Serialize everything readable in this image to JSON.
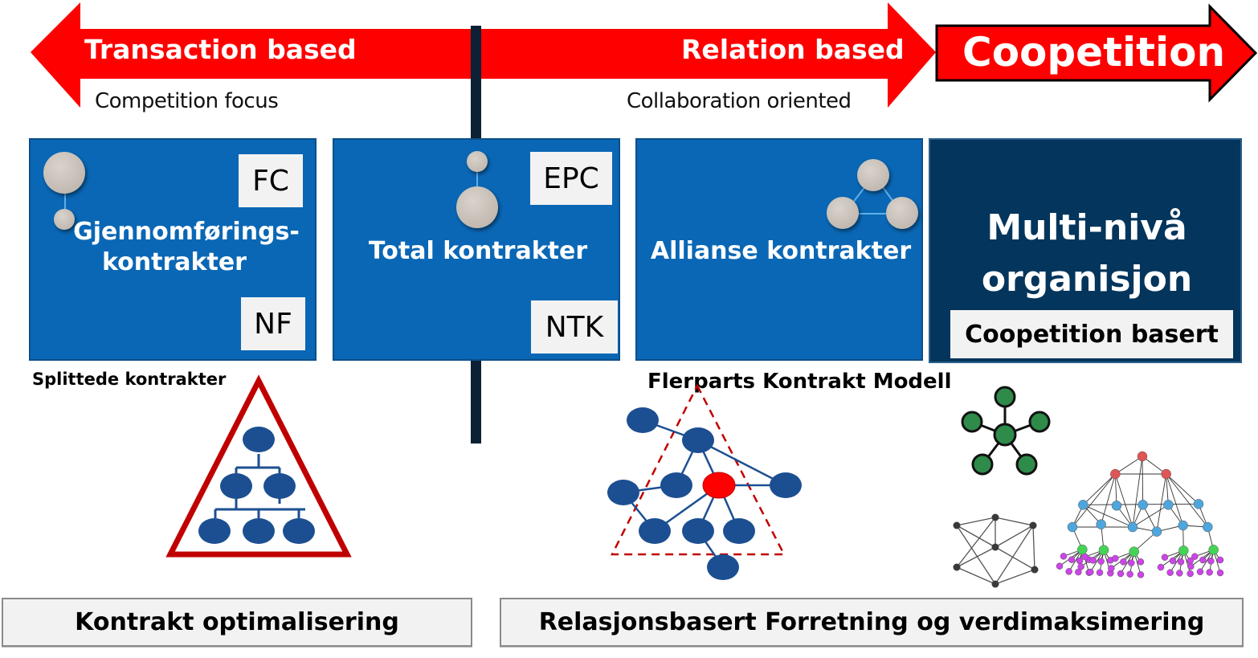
{
  "arrows": {
    "left": {
      "label": "Transaction based",
      "sublabel": "Competition focus"
    },
    "right": {
      "label": "Relation based",
      "sublabel": "Collaboration oriented"
    },
    "coopetition": {
      "label": "Coopetition"
    }
  },
  "cards": [
    {
      "title_line1": "Gjennomførings-",
      "title_line2": "kontrakter",
      "tag_top": "FC",
      "tag_bottom": "NF",
      "caption": "Splittede kontrakter"
    },
    {
      "title": "Total kontrakter",
      "tag_top": "EPC",
      "tag_bottom": "NTK"
    },
    {
      "title": "Allianse kontrakter",
      "caption": "Flerparts Kontrakt Modell"
    },
    {
      "title_line1": "Multi-nivå",
      "title_line2": "organisjon",
      "tag_bottom": "Coopetition basert"
    }
  ],
  "footer": {
    "left": "Kontrakt optimalisering",
    "right": "Relasjonsbasert Forretning og verdimaksimering"
  },
  "colors": {
    "arrow_red": "#fe0000",
    "card_blue": "#0a67b5",
    "card_dark": "#04355c",
    "divider": "#0c2135",
    "node_blue": "#1c4f91",
    "node_red": "#ff0000",
    "triangle_red": "#c00000",
    "network_green": "#2e8b4a"
  }
}
